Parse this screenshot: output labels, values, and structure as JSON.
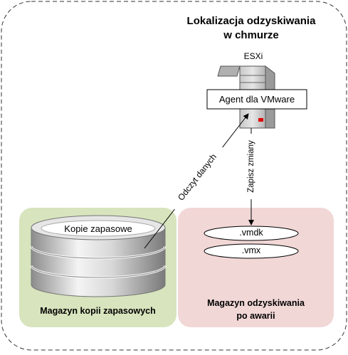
{
  "location": {
    "title_line1": "Lokalizacja odzyskiwania",
    "title_line2": "w chmurze"
  },
  "host": {
    "label": "ESXi",
    "agent_label": "Agent dla VMware"
  },
  "arrows": {
    "read_label": "Odczyt danych",
    "write_label": "Zapisz zmiany"
  },
  "backup_storage": {
    "cylinder_label": "Kopie zapasowe",
    "caption": "Magazyn kopii zapasowych"
  },
  "recovery_storage": {
    "files": [
      ".vmdk",
      ".vmx"
    ],
    "caption_line1": "Magazyn odzyskiwania",
    "caption_line2": "po awarii"
  },
  "colors": {
    "backup_panel": "#d7e4bd",
    "recovery_panel": "#f2d7d7",
    "led": "#e00000"
  }
}
